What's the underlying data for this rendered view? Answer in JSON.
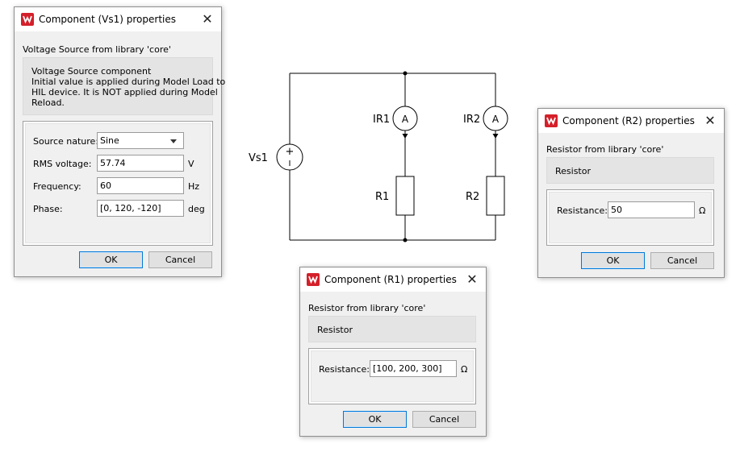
{
  "schematic": {
    "labels": {
      "vs1": "Vs1",
      "ir1": "IR1",
      "ir2": "IR2",
      "r1": "R1",
      "r2": "R2",
      "ammeter_symbol": "A",
      "plus_symbol": "+"
    },
    "colors": {
      "wire": "#000000",
      "node": "#000000"
    },
    "icons": [
      "voltage-source-icon",
      "ammeter-icon",
      "resistor-icon"
    ]
  },
  "dialogs": {
    "vs1": {
      "title": "Component (Vs1) properties",
      "close_symbol": "✕",
      "subtitle": "Voltage Source from library 'core'",
      "description": [
        "Voltage Source component",
        "Initial value is applied during Model Load to",
        "HIL device. It is NOT applied during Model",
        "Reload."
      ],
      "fields": {
        "source_nature": {
          "label": "Source nature:",
          "value": "Sine"
        },
        "rms_voltage": {
          "label": "RMS voltage:",
          "value": "57.74",
          "unit": "V"
        },
        "frequency": {
          "label": "Frequency:",
          "value": "60",
          "unit": "Hz"
        },
        "phase": {
          "label": "Phase:",
          "value": "[0, 120, -120]",
          "unit": "deg"
        }
      },
      "ok_label": "OK",
      "cancel_label": "Cancel"
    },
    "r2": {
      "title": "Component (R2) properties",
      "close_symbol": "✕",
      "subtitle": "Resistor from library 'core'",
      "description": [
        "Resistor"
      ],
      "fields": {
        "resistance": {
          "label": "Resistance:",
          "value": "50",
          "unit": "Ω"
        }
      },
      "ok_label": "OK",
      "cancel_label": "Cancel"
    },
    "r1": {
      "title": "Component (R1) properties",
      "close_symbol": "✕",
      "subtitle": "Resistor from library 'core'",
      "description": [
        "Resistor"
      ],
      "fields": {
        "resistance": {
          "label": "Resistance:",
          "value": "[100, 200, 300]",
          "unit": "Ω"
        }
      },
      "ok_label": "OK",
      "cancel_label": "Cancel"
    }
  },
  "colors": {
    "app_icon": "#d4202a",
    "default_button_border": "#0078d7"
  }
}
